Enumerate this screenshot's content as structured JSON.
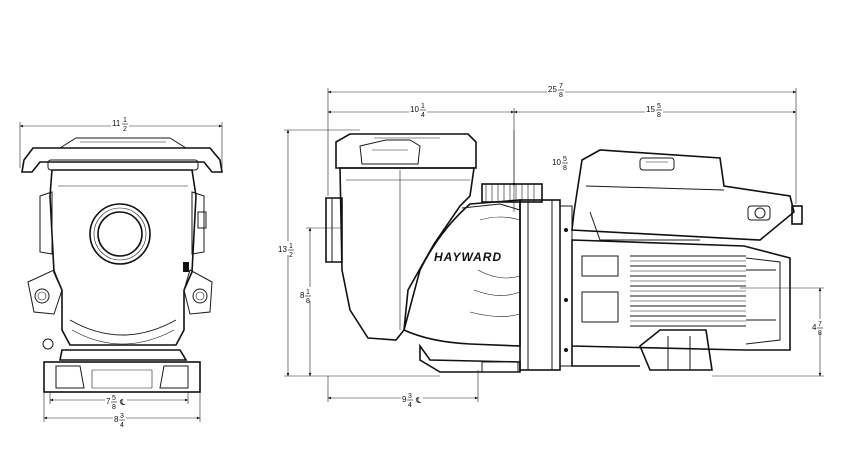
{
  "brand_logo": "HAYWARD",
  "dimensions": {
    "front_width": {
      "whole": "11",
      "num": "1",
      "den": "2",
      "suffix": ""
    },
    "front_foot_cl": {
      "whole": "7",
      "num": "5",
      "den": "8",
      "suffix": "℄"
    },
    "front_base_width": {
      "whole": "8",
      "num": "3",
      "den": "4",
      "suffix": ""
    },
    "total_length": {
      "whole": "25",
      "num": "7",
      "den": "8",
      "suffix": ""
    },
    "strainer_length": {
      "whole": "10",
      "num": "1",
      "den": "4",
      "suffix": ""
    },
    "motor_length": {
      "whole": "15",
      "num": "5",
      "den": "8",
      "suffix": ""
    },
    "outlet_height": {
      "whole": "10",
      "num": "5",
      "den": "8",
      "suffix": ""
    },
    "total_height": {
      "whole": "13",
      "num": "1",
      "den": "2",
      "suffix": ""
    },
    "inlet_height": {
      "whole": "8",
      "num": "1",
      "den": "8",
      "suffix": ""
    },
    "base_cl": {
      "whole": "9",
      "num": "3",
      "den": "4",
      "suffix": "℄"
    },
    "motor_foot_height": {
      "whole": "4",
      "num": "7",
      "den": "8",
      "suffix": ""
    }
  }
}
